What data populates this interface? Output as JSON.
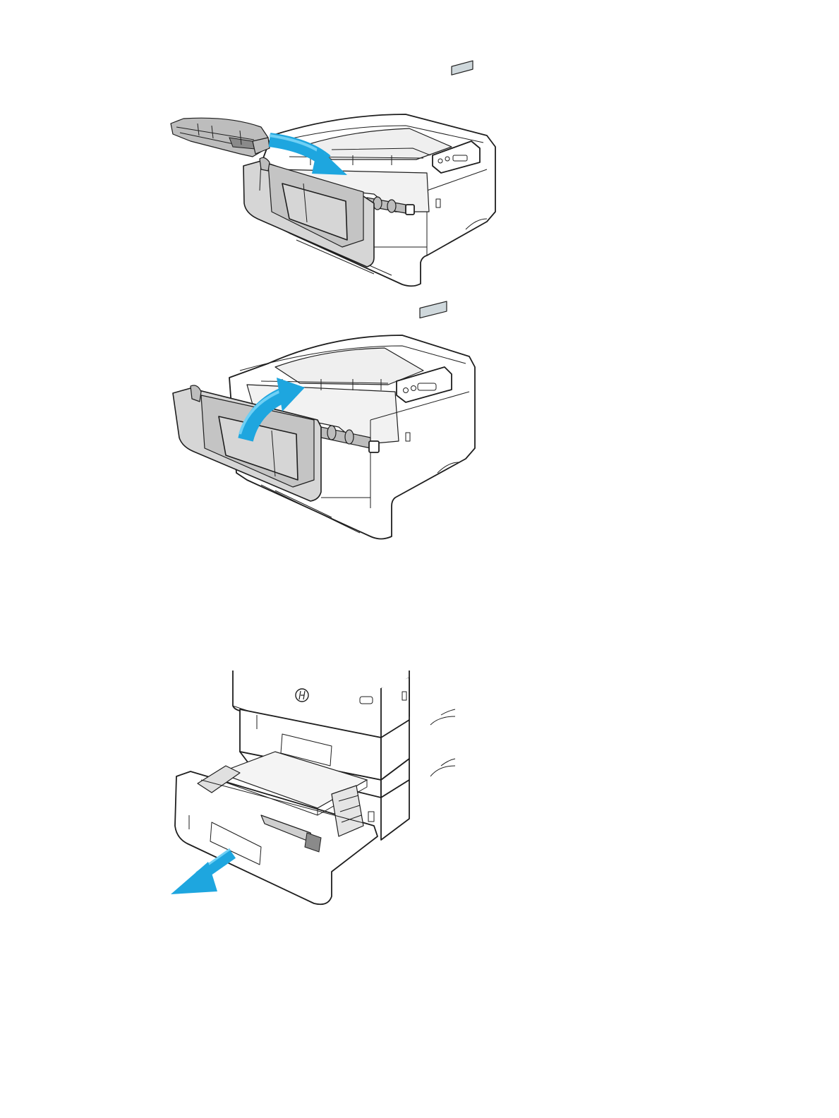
{
  "page": {
    "background": "#ffffff"
  },
  "figures": [
    {
      "id": "step-insert-toner-cartridge",
      "icon": "printer-front-door-open-with-toner-cartridge",
      "arrow_icon": "insert-arrow-icon"
    },
    {
      "id": "step-close-front-door",
      "icon": "printer-front-door-closing",
      "arrow_icon": "close-door-arrow-icon"
    },
    {
      "id": "step-open-tray-3",
      "icon": "printer-tray-pulled-out",
      "arrow_icon": "pull-out-arrow-icon"
    }
  ],
  "colors": {
    "arrow": "#1ea6df",
    "arrow_highlight": "#6fd0f5",
    "door_fill": "#d6d6d6",
    "line_art": "#1e1e1e"
  }
}
